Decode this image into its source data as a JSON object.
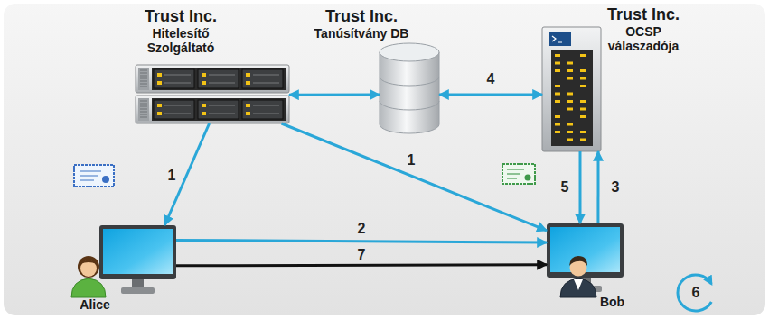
{
  "diagram": {
    "nodes": [
      {
        "text": [
          "Trust Inc.",
          "Hitelesítő Szolgáltató"
        ]
      },
      {
        "text": [
          "Trust Inc.",
          "Tanúsítvány DB"
        ]
      },
      {
        "text": [
          "Trust Inc.",
          "OCSP válaszadója"
        ]
      },
      {
        "text": [
          "Alice"
        ]
      },
      {
        "text": [
          "Bob"
        ]
      }
    ],
    "edges": [
      {
        "from": 0,
        "to": 3,
        "label": "1",
        "arrow": "to"
      },
      {
        "from": 0,
        "to": 4,
        "label": "1",
        "arrow": "to"
      },
      {
        "from": 0,
        "to": 1,
        "arrow": "both"
      },
      {
        "from": 1,
        "to": 2,
        "label": "4",
        "arrow": "both"
      },
      {
        "from": 3,
        "to": 4,
        "label": "2",
        "arrow": "to"
      },
      {
        "from": 4,
        "to": 2,
        "label": "3",
        "arrow": "to"
      },
      {
        "from": 2,
        "to": 4,
        "label": "5",
        "arrow": "to"
      },
      {
        "from": 3,
        "to": 4,
        "label": "7",
        "arrow": "to"
      }
    ],
    "labels": [
      "6"
    ]
  }
}
